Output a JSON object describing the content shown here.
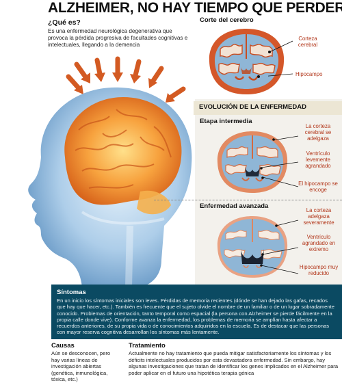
{
  "header": {
    "title": "ALZHEIMER, NO HAY TIEMPO QUE PERDER"
  },
  "intro": {
    "heading": "¿Qué es?",
    "text": "Es una enfermedad neurológica degenerativa que provoca la pérdida progresiva de facultades cognitivas e intelectuales, llegando a la demencia"
  },
  "corte": {
    "heading": "Corte del cerebro",
    "corteza_label": "Corteza cerebral",
    "hipocampo_label": "Hipocampo"
  },
  "evolucion": {
    "heading": "EVOLUCIÓN DE LA ENFERMEDAD",
    "intermedia": {
      "heading": "Etapa intermedia",
      "corteza_label": "La corteza cerebral se adelgaza",
      "ventriculo_label": "Ventrículo levemente agrandado",
      "hipocampo_label": "El hipocampo se encoge"
    },
    "avanzada": {
      "heading": "Enfermedad avanzada",
      "corteza_label": "La corteza adelgaza severamente",
      "ventriculo_label": "Ventrículo agrandado en extremo",
      "hipocampo_label": "Hipocampo muy reducido"
    }
  },
  "sintomas": {
    "heading": "Síntomas",
    "text": "En un inicio los síntomas iniciales son leves. Pérdidas de memoria  recientes (dónde se han dejado las gafas, recados que hay que hacer, etc.). También es frecuente que el sujeto olvide el nombre de un familiar o de un lugar sobradamente conocido. Problemas de orientación, tanto temporal como espacial (la persona con Alzheimer se pierde fácilmente en la propia calle donde vive). Conforme avanza la enfermedad, los problemas de memoria se amplían hasta afectar a recuerdos anteriores, de su  propia vida o de conocimientos adquiridos en la escuela. Es de destacar que las personas con mayor reserva cognitiva desarrollan los síntomas más lentamente."
  },
  "causas": {
    "heading": "Causas",
    "text": "Aún se desconocen, pero hay varias líneas de investigación abiertas (genética, inmunológica, tóxica, etc.)"
  },
  "tratamiento": {
    "heading": "Tratamiento",
    "text": "Actualmente no hay tratamiento que pueda mitigar satisfactoriamente los síntomas y los déficits intelectuales producidos por esta devastadora enfermedad. Sin embargo, hay algunas investigaciones que tratan de identificar los genes implicados en el Alzheimer para poder aplicar en el futuro una hipotética terapia génica"
  },
  "colors": {
    "accent": "#d35a22",
    "brain_orange": "#f08c3a",
    "ventricle_blue": "#8fb6d6",
    "symptoms_bg": "#0b4a62",
    "label_red": "#b2361a"
  }
}
